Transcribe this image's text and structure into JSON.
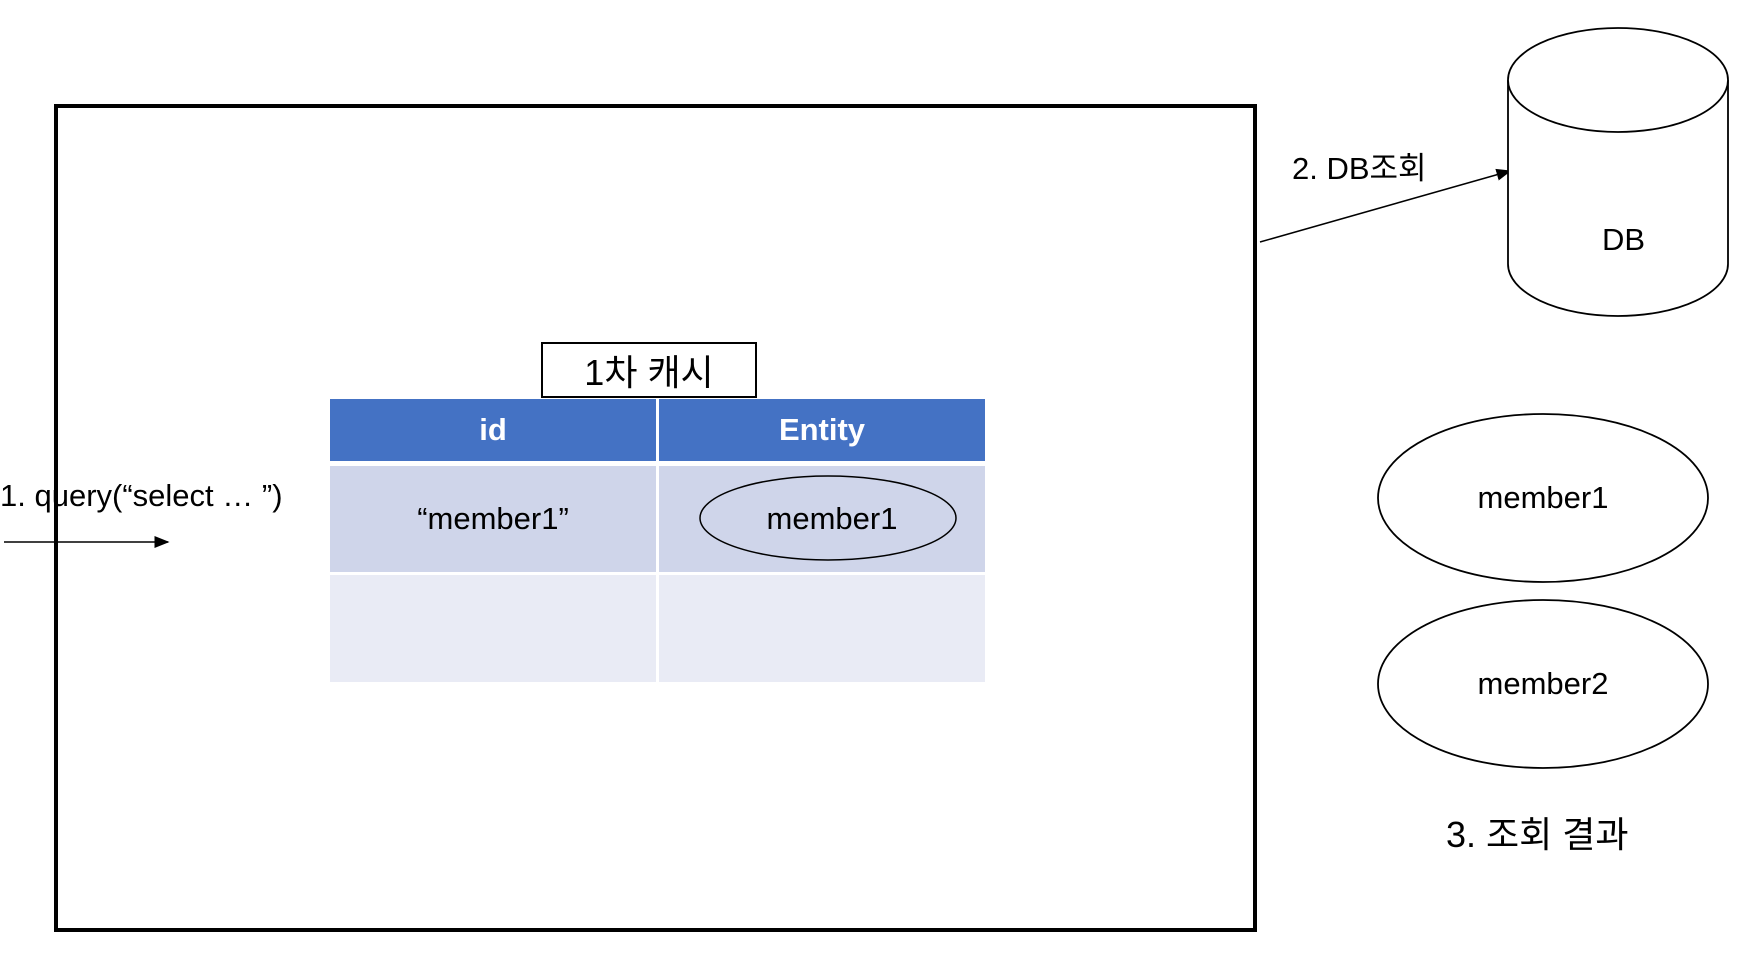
{
  "query_label": "1. query(“select … ”)",
  "db_query_label": "2. DB조회",
  "db_label": "DB",
  "cache": {
    "title": "1차 캐시",
    "headers": {
      "id": "id",
      "entity": "Entity"
    },
    "rows": [
      {
        "id": "“member1”",
        "entity": "member1"
      },
      {
        "id": "",
        "entity": ""
      }
    ]
  },
  "results": {
    "items": [
      "member1",
      "member2"
    ],
    "label": "3. 조회 결과"
  },
  "colors": {
    "header": "#4472c4",
    "row1": "#cfd5ea",
    "row2": "#e9ebf5"
  }
}
